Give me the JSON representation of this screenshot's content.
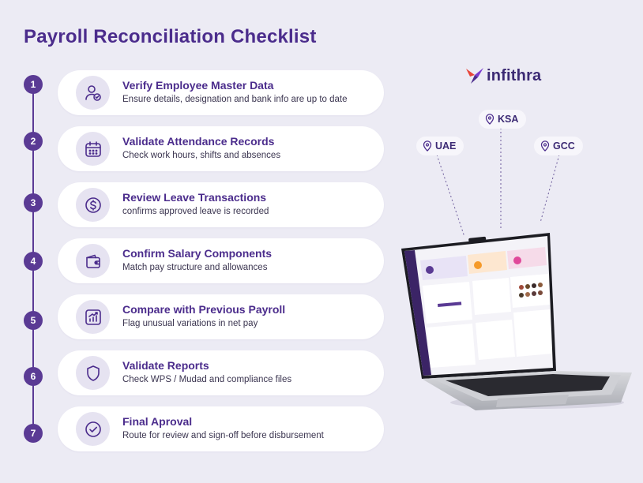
{
  "title": "Payroll Reconciliation Checklist",
  "brand": {
    "name": "infithra"
  },
  "regions": [
    {
      "label": "UAE",
      "icon": "location-pin-icon"
    },
    {
      "label": "KSA",
      "icon": "location-pin-icon"
    },
    {
      "label": "GCC",
      "icon": "location-pin-icon"
    }
  ],
  "steps": [
    {
      "number": "1",
      "title": "Verify Employee Master Data",
      "description": "Ensure details, designation and bank info are up to date",
      "icon": "user-check-icon"
    },
    {
      "number": "2",
      "title": "Validate Attendance Records",
      "description": "Check work hours, shifts and absences",
      "icon": "calendar-icon"
    },
    {
      "number": "3",
      "title": "Review Leave Transactions",
      "description": "confirms approved leave is recorded",
      "icon": "dollar-coin-icon"
    },
    {
      "number": "4",
      "title": "Confirm Salary Components",
      "description": "Match pay structure and allowances",
      "icon": "wallet-icon"
    },
    {
      "number": "5",
      "title": "Compare with Previous Payroll",
      "description": "Flag unusual variations in net pay",
      "icon": "trend-chart-icon"
    },
    {
      "number": "6",
      "title": "Validate Reports",
      "description": "Check WPS / Mudad and compliance files",
      "icon": "shield-icon"
    },
    {
      "number": "7",
      "title": "Final Aproval",
      "description": "Route for review and sign-off before disbursement",
      "icon": "check-circle-icon"
    }
  ],
  "colors": {
    "accent": "#4b2c8c",
    "number_badge": "#5a3a94",
    "background": "#ecebf4",
    "card": "#ffffff"
  }
}
